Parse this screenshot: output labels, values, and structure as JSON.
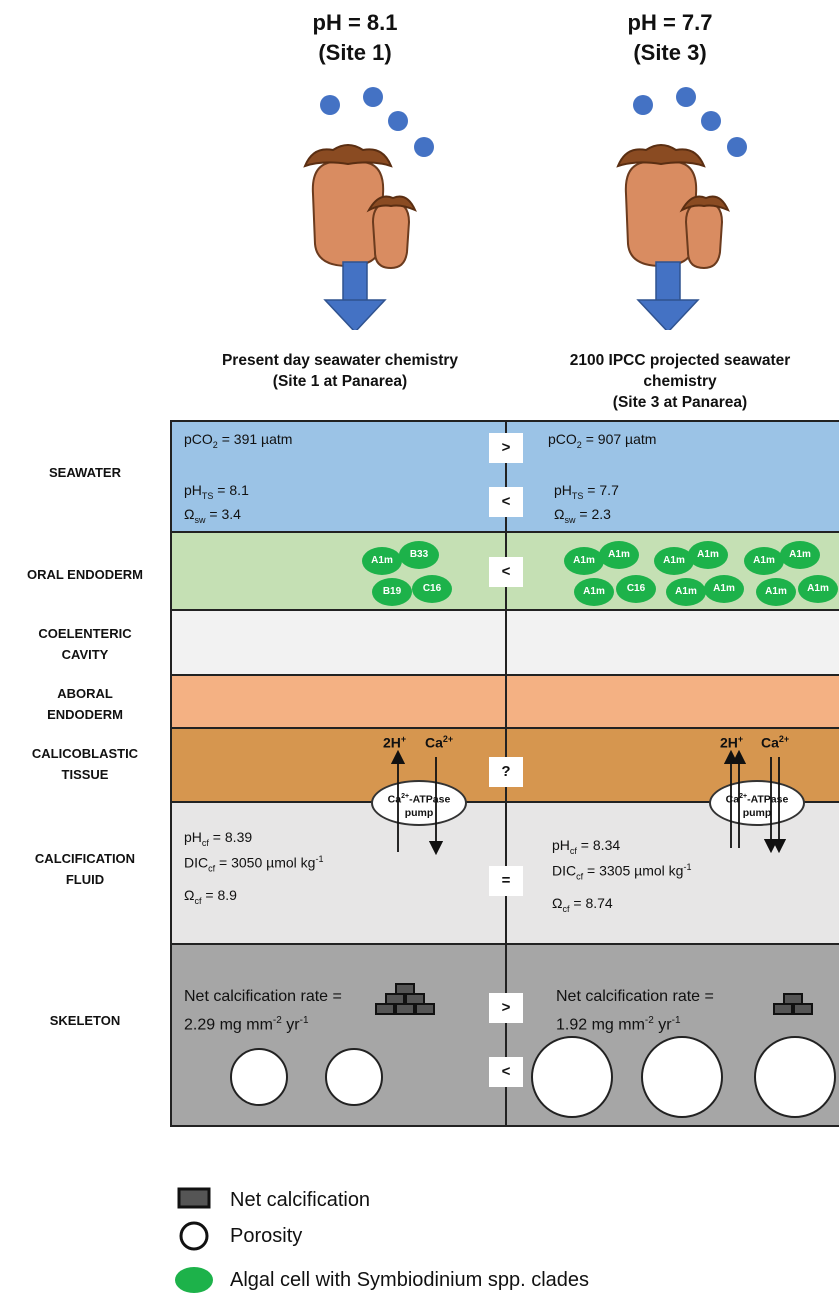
{
  "header": {
    "site1_ph": "pH = 8.1",
    "site1_name": "(Site 1)",
    "site3_ph": "pH = 7.7",
    "site3_name": "(Site 3)"
  },
  "columns": {
    "left_title_1": "Present day seawater chemistry",
    "left_title_2": "(Site 1 at Panarea)",
    "right_title_1": "2100 IPCC projected seawater",
    "right_title_2": "chemistry",
    "right_title_3": "(Site 3 at Panarea)"
  },
  "layers": {
    "seawater": "SEAWATER",
    "oral_endoderm": "ORAL ENDODERM",
    "coelenteric_1": "COELENTERIC",
    "coelenteric_2": "CAVITY",
    "aboral_1": "ABORAL",
    "aboral_2": "ENDODERM",
    "calicoblastic_1": "CALICOBLASTIC",
    "calicoblastic_2": "TISSUE",
    "calcification_1": "CALCIFICATION",
    "calcification_2": "FLUID",
    "skeleton": "SKELETON"
  },
  "seawater": {
    "left_pco2": "391 µatm",
    "right_pco2": "907 µatm",
    "left_ph": "8.1",
    "right_ph": "7.7",
    "left_omega": "3.4",
    "right_omega": "2.3",
    "cmp_pco2": ">",
    "cmp_ph": "<"
  },
  "oral": {
    "cmp": "<",
    "left_cells": [
      "A1m",
      "B33",
      "B19",
      "C16"
    ],
    "right_cells": [
      "A1m",
      "A1m",
      "A1m",
      "A1m",
      "A1m",
      "A1m",
      "A1m",
      "C16",
      "A1m",
      "A1m",
      "A1m",
      "A1m"
    ]
  },
  "calicoblastic": {
    "cmp": "?",
    "ion_h": "2H",
    "ion_h_sup": "+",
    "ion_ca": "Ca",
    "ion_ca_sup": "2+",
    "pump_line1_a": "Ca",
    "pump_line1_sup": "2+",
    "pump_line1_b": "-ATPase",
    "pump_line2": "pump"
  },
  "fluid": {
    "left_ph": "8.39",
    "right_ph": "8.34",
    "left_dic": "3050 µmol kg",
    "right_dic": "3305 µmol kg",
    "dic_sup": "-1",
    "left_omega": "8.9",
    "right_omega": "8.74",
    "cmp": "="
  },
  "skeleton": {
    "label": "Net calcification rate =",
    "left_rate": "2.29 mg mm",
    "right_rate": "1.92 mg mm",
    "rate_sup1": "-2",
    "rate_mid": " yr",
    "rate_sup2": "-1",
    "cmp_rate": ">",
    "cmp_porosity": "<"
  },
  "legend": {
    "net_calcification": "Net calcification",
    "porosity": "Porosity",
    "algal": "Algal cell with Symbiodinium spp. clades"
  },
  "colors": {
    "seawater": "#9bc3e6",
    "oral": "#c5e0b4",
    "coelenteric": "#f2f2f2",
    "aboral": "#f4b183",
    "calicoblastic": "#d6964f",
    "fluid": "#e7e6e6",
    "skeleton": "#a6a6a6",
    "arrow": "#4472c4",
    "algal": "#1db24a"
  }
}
